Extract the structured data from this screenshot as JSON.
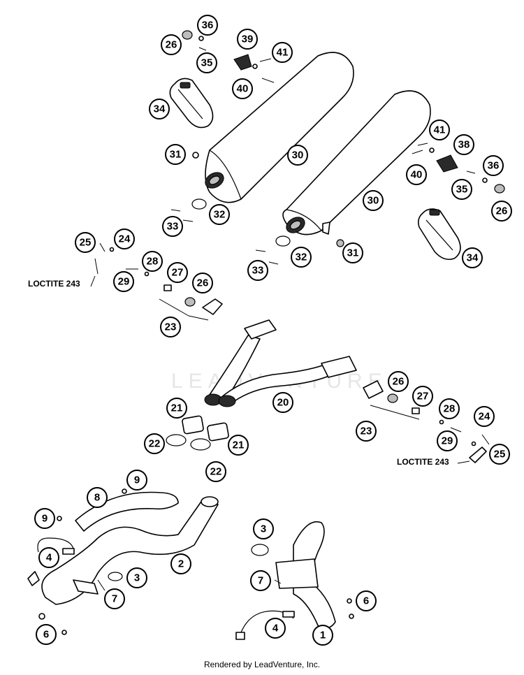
{
  "callouts": [
    {
      "id": "c1",
      "label": "36"
    },
    {
      "id": "c2",
      "label": "26"
    },
    {
      "id": "c3",
      "label": "35"
    },
    {
      "id": "c4",
      "label": "39"
    },
    {
      "id": "c5",
      "label": "41"
    },
    {
      "id": "c6",
      "label": "40"
    },
    {
      "id": "c7",
      "label": "34"
    },
    {
      "id": "c8",
      "label": "31"
    },
    {
      "id": "c9",
      "label": "30"
    },
    {
      "id": "c10",
      "label": "33"
    },
    {
      "id": "c11",
      "label": "32"
    },
    {
      "id": "c12",
      "label": "25"
    },
    {
      "id": "c13",
      "label": "24"
    },
    {
      "id": "c14",
      "label": "28"
    },
    {
      "id": "c15",
      "label": "29"
    },
    {
      "id": "c16",
      "label": "27"
    },
    {
      "id": "c17",
      "label": "26"
    },
    {
      "id": "c18",
      "label": "23"
    },
    {
      "id": "c19",
      "label": "41"
    },
    {
      "id": "c20",
      "label": "38"
    },
    {
      "id": "c21",
      "label": "40"
    },
    {
      "id": "c22",
      "label": "36"
    },
    {
      "id": "c23",
      "label": "35"
    },
    {
      "id": "c24",
      "label": "26"
    },
    {
      "id": "c25",
      "label": "30"
    },
    {
      "id": "c26",
      "label": "32"
    },
    {
      "id": "c27",
      "label": "31"
    },
    {
      "id": "c28",
      "label": "33"
    },
    {
      "id": "c29",
      "label": "34"
    },
    {
      "id": "c30",
      "label": "26"
    },
    {
      "id": "c31",
      "label": "20"
    },
    {
      "id": "c32",
      "label": "27"
    },
    {
      "id": "c33",
      "label": "23"
    },
    {
      "id": "c34",
      "label": "28"
    },
    {
      "id": "c35",
      "label": "24"
    },
    {
      "id": "c36",
      "label": "29"
    },
    {
      "id": "c37",
      "label": "25"
    },
    {
      "id": "c38",
      "label": "21"
    },
    {
      "id": "c39",
      "label": "22"
    },
    {
      "id": "c40",
      "label": "21"
    },
    {
      "id": "c41",
      "label": "22"
    },
    {
      "id": "c42",
      "label": "9"
    },
    {
      "id": "c43",
      "label": "8"
    },
    {
      "id": "c44",
      "label": "9"
    },
    {
      "id": "c45",
      "label": "4"
    },
    {
      "id": "c46",
      "label": "2"
    },
    {
      "id": "c47",
      "label": "3"
    },
    {
      "id": "c48",
      "label": "7"
    },
    {
      "id": "c49",
      "label": "6"
    },
    {
      "id": "c50",
      "label": "3"
    },
    {
      "id": "c51",
      "label": "7"
    },
    {
      "id": "c52",
      "label": "6"
    },
    {
      "id": "c53",
      "label": "4"
    },
    {
      "id": "c54",
      "label": "1"
    }
  ],
  "loctite_labels": [
    "LOCTITE 243",
    "LOCTITE 243"
  ],
  "watermark": "LEADVENTURE",
  "footer": "Rendered by LeadVenture, Inc."
}
